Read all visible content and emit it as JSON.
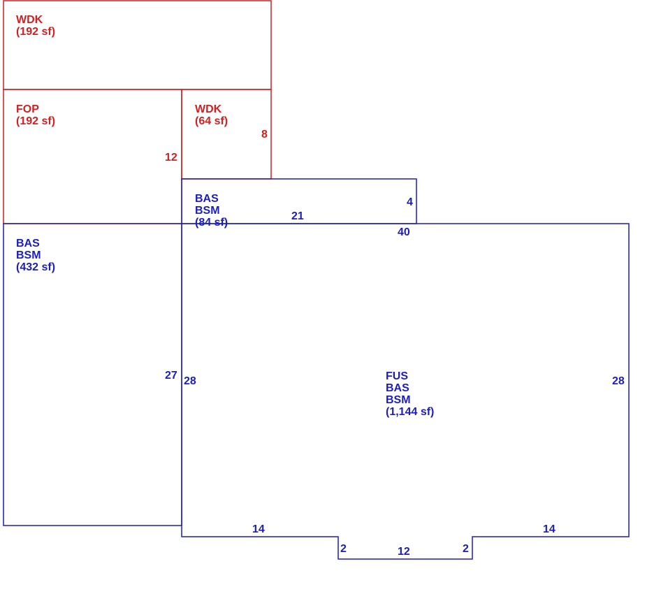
{
  "colors": {
    "deck_porch": "#d31f1f",
    "living": "#1c1cc4"
  },
  "areas": {
    "wdk_top": {
      "code": "WDK",
      "area": "(192 sf)"
    },
    "fop": {
      "code": "FOP",
      "area": "(192 sf)"
    },
    "wdk_small": {
      "code": "WDK",
      "area": "(64 sf)"
    },
    "bas_small": {
      "line1": "BAS",
      "line2": "BSM",
      "area": "(84 sf)"
    },
    "bas_left": {
      "line1": "BAS",
      "line2": "BSM",
      "area": "(432 sf)"
    },
    "main": {
      "line1": "FUS",
      "line2": "BAS",
      "line3": "BSM",
      "area": "(1,144 sf)"
    }
  },
  "dimensions": {
    "fop_side": "12",
    "wdk_small_side": "8",
    "bas_small_top": "21",
    "bas_small_side": "4",
    "main_top": "40",
    "left_side": "27",
    "main_left_side": "28",
    "main_right_side": "28",
    "bottom_left": "14",
    "bottom_right": "14",
    "notch_left": "2",
    "notch_bottom": "12",
    "notch_right": "2"
  }
}
